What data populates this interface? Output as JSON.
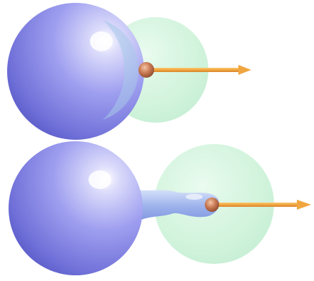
{
  "colors": {
    "background": "#ffffff",
    "large_sphere": "#8f8fe6",
    "translucent_sphere": "#c8f0d8",
    "vortex_core": "#c97a54",
    "arrow": "#f0a640",
    "neck": "#8fa8e8"
  },
  "panels": [
    {
      "name": "top-configuration",
      "description_icon": "two-spheres-overlapping-with-arrow"
    },
    {
      "name": "bottom-configuration",
      "description_icon": "two-spheres-joined-by-neck-with-arrow"
    }
  ]
}
